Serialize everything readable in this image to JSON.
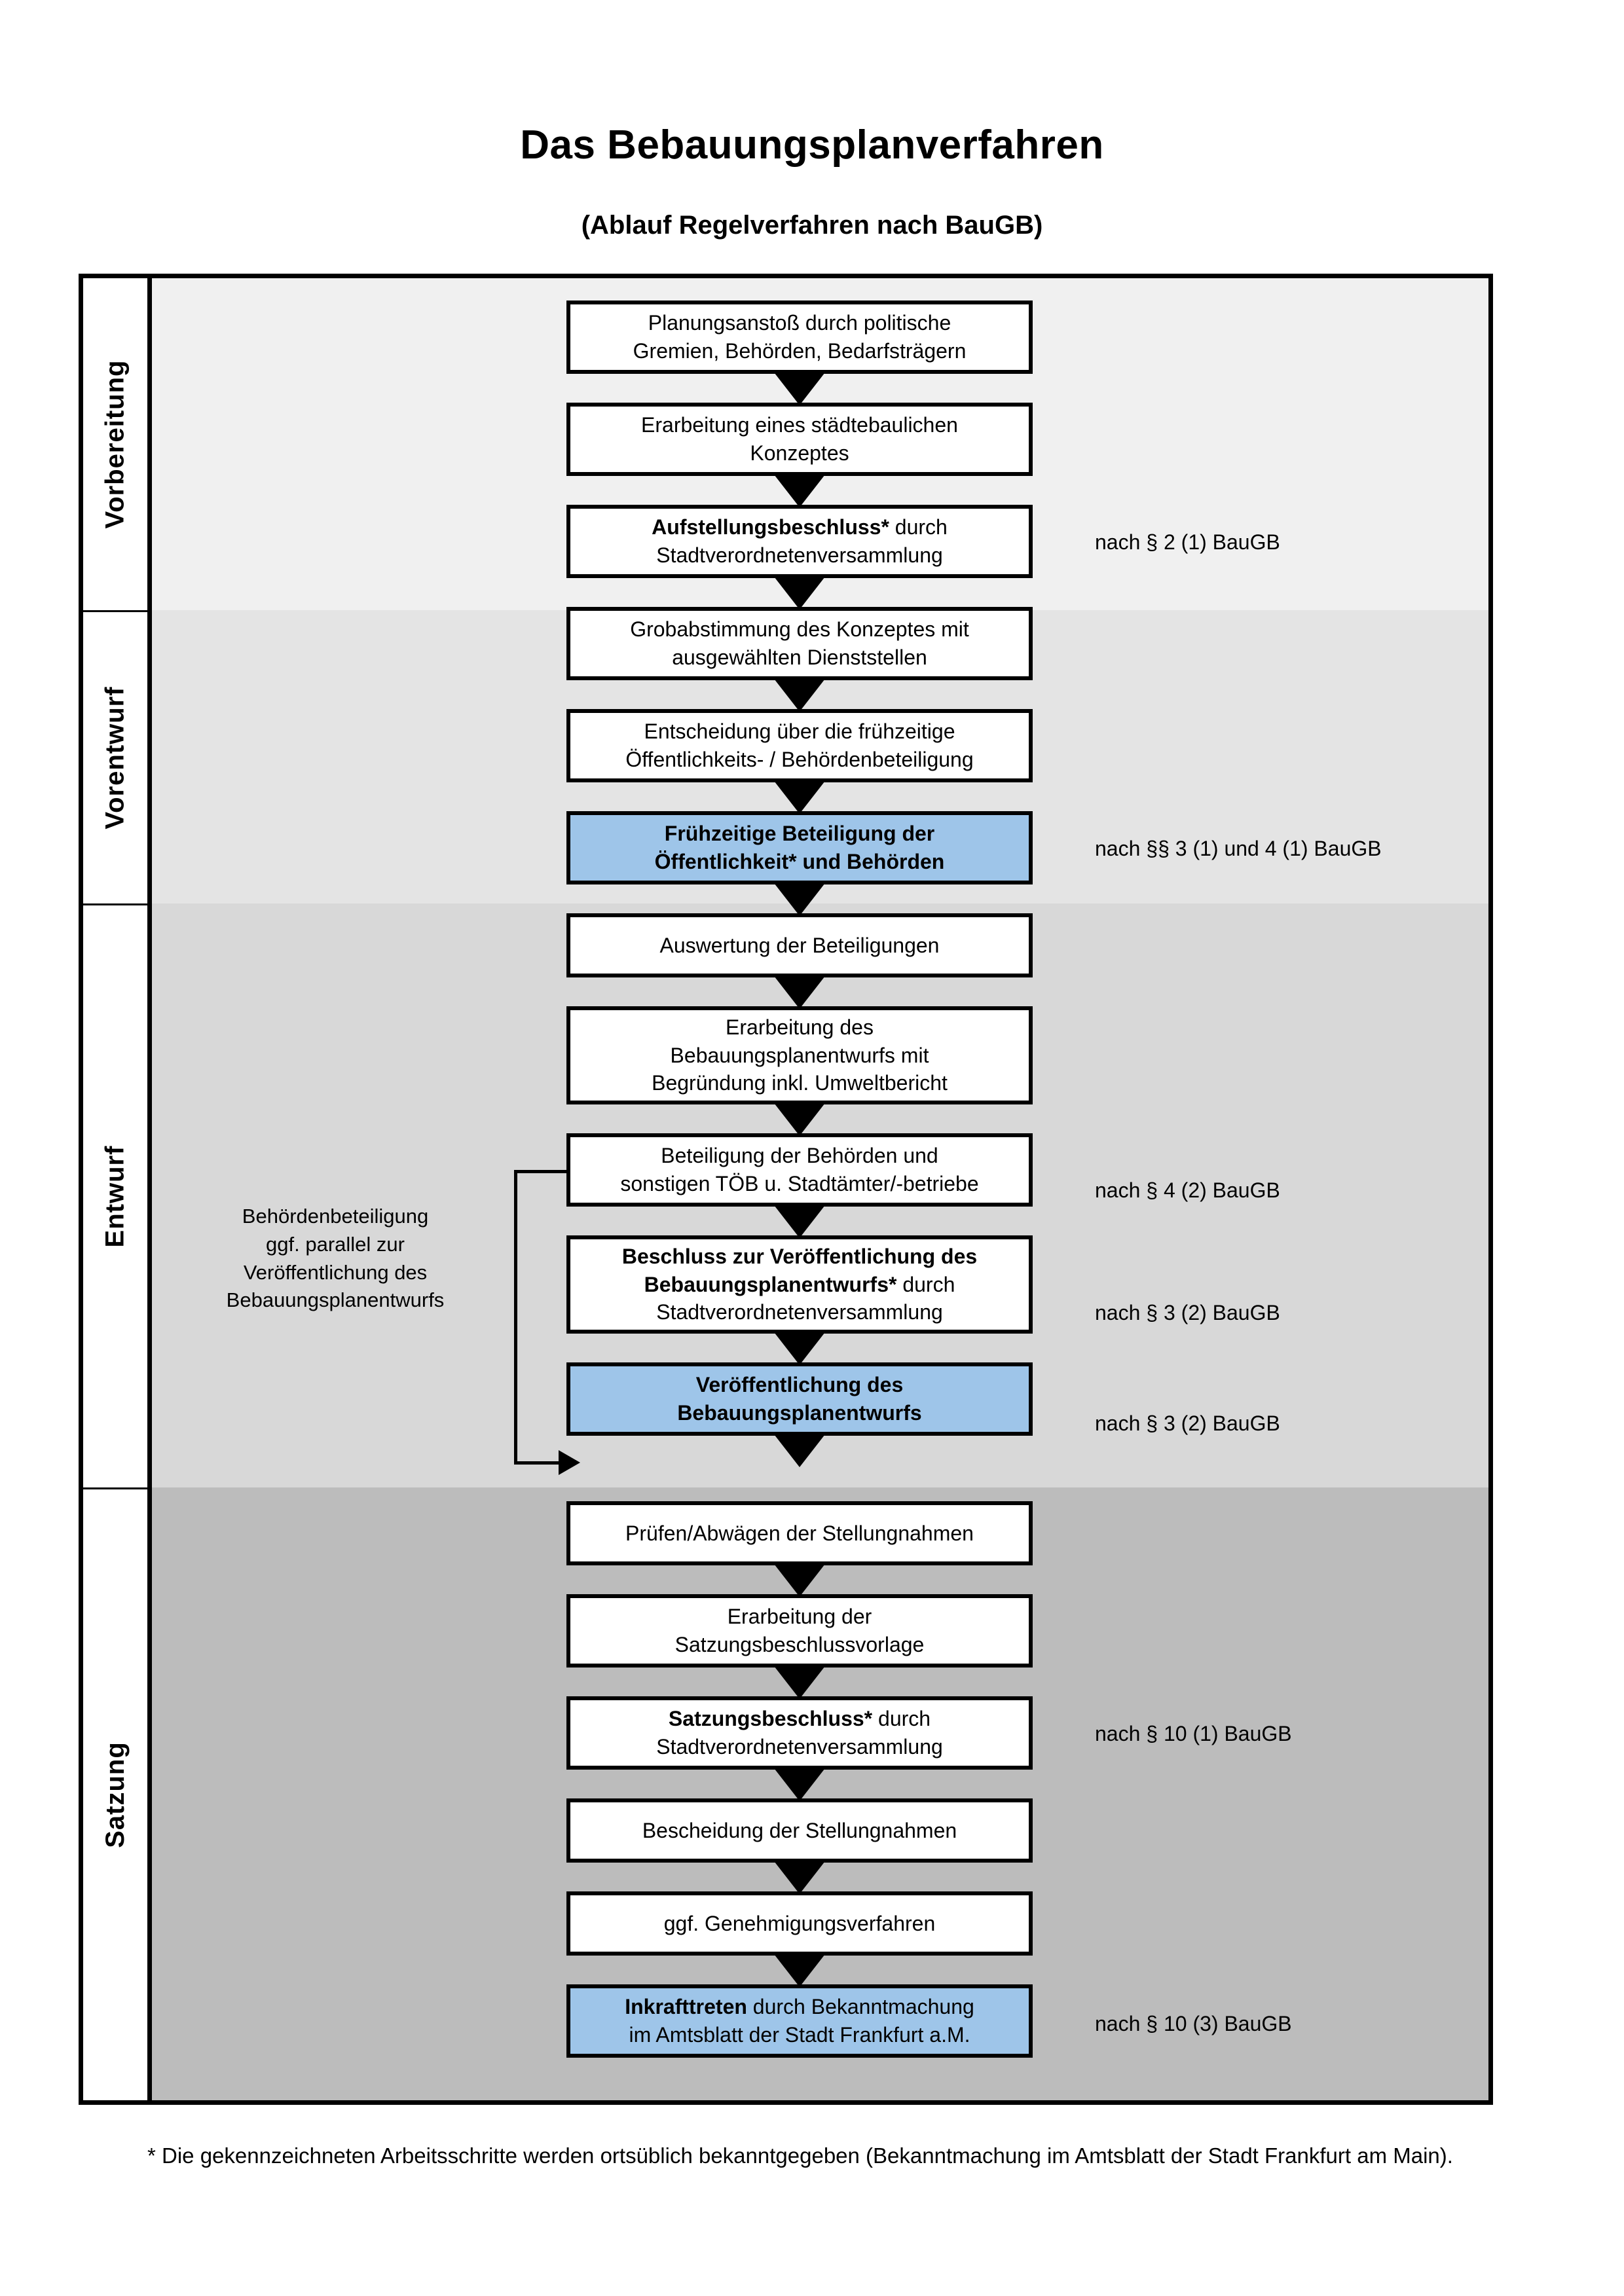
{
  "document": {
    "title": "Das Bebauungsplanverfahren",
    "subtitle": "(Ablauf Regelverfahren nach BauGB)",
    "footnote": "* Die gekennzeichneten Arbeitsschritte werden ortsüblich bekanntgegeben (Bekanntmachung im Amtsblatt  der Stadt Frankfurt am Main)."
  },
  "colors": {
    "highlight_box": "#9EC5E9",
    "band_vorbereitung": "#F0F0F0",
    "band_vorentwurf": "#E4E4E4",
    "band_entwurf": "#D8D8D8",
    "band_satzung": "#BCBCBC",
    "border": "#000000"
  },
  "phases": [
    {
      "id": "vorbereitung",
      "label": "Vorbereitung"
    },
    {
      "id": "vorentwurf",
      "label": "Vorentwurf"
    },
    {
      "id": "entwurf",
      "label": "Entwurf"
    },
    {
      "id": "satzung",
      "label": "Satzung"
    }
  ],
  "steps": [
    {
      "id": "s1",
      "phase": "vorbereitung",
      "highlighted": false,
      "lines": [
        {
          "text": "Planungsanstoß durch politische",
          "bold": false
        },
        {
          "text": "Gremien, Behörden, Bedarfsträgern",
          "bold": false
        }
      ]
    },
    {
      "id": "s2",
      "phase": "vorbereitung",
      "highlighted": false,
      "lines": [
        {
          "text": "Erarbeitung eines städtebaulichen",
          "bold": false
        },
        {
          "text": "Konzeptes",
          "bold": false
        }
      ]
    },
    {
      "id": "s3",
      "phase": "vorbereitung",
      "highlighted": false,
      "lines": [
        {
          "text": "Aufstellungsbeschluss*",
          "bold": true,
          "suffix": " durch"
        },
        {
          "text": "Stadtverordnetenversammlung",
          "bold": false
        }
      ]
    },
    {
      "id": "s4",
      "phase": "vorentwurf",
      "highlighted": false,
      "lines": [
        {
          "text": "Grobabstimmung des Konzeptes mit",
          "bold": false
        },
        {
          "text": "ausgewählten Dienststellen",
          "bold": false
        }
      ]
    },
    {
      "id": "s5",
      "phase": "vorentwurf",
      "highlighted": false,
      "lines": [
        {
          "text": "Entscheidung über die frühzeitige",
          "bold": false
        },
        {
          "text": "Öffentlichkeits- / Behördenbeteiligung",
          "bold": false
        }
      ]
    },
    {
      "id": "s6",
      "phase": "vorentwurf",
      "highlighted": true,
      "lines": [
        {
          "text": "Frühzeitige Beteiligung der",
          "bold": true
        },
        {
          "text": "Öffentlichkeit* und Behörden",
          "bold": true
        }
      ]
    },
    {
      "id": "s7",
      "phase": "entwurf",
      "highlighted": false,
      "lines": [
        {
          "text": "Auswertung der Beteiligungen",
          "bold": false
        }
      ]
    },
    {
      "id": "s8",
      "phase": "entwurf",
      "highlighted": false,
      "lines": [
        {
          "text": "Erarbeitung des",
          "bold": false
        },
        {
          "text": "Bebauungsplanentwurfs mit",
          "bold": false
        },
        {
          "text": "Begründung inkl. Umweltbericht",
          "bold": false
        }
      ]
    },
    {
      "id": "s9",
      "phase": "entwurf",
      "highlighted": false,
      "lines": [
        {
          "text": "Beteiligung der Behörden und",
          "bold": false
        },
        {
          "text": "sonstigen TÖB u. Stadtämter/-betriebe",
          "bold": false
        }
      ]
    },
    {
      "id": "s10",
      "phase": "entwurf",
      "highlighted": false,
      "lines": [
        {
          "text": "Beschluss zur Veröffentlichung des",
          "bold": true
        },
        {
          "text": "Bebauungsplanentwurfs*",
          "bold": true,
          "suffix": " durch"
        },
        {
          "text": "Stadtverordnetenversammlung",
          "bold": false
        }
      ]
    },
    {
      "id": "s11",
      "phase": "entwurf",
      "highlighted": true,
      "lines": [
        {
          "text": "Veröffentlichung des",
          "bold": true
        },
        {
          "text": "Bebauungsplanentwurfs",
          "bold": true
        }
      ]
    },
    {
      "id": "s12",
      "phase": "satzung",
      "highlighted": false,
      "lines": [
        {
          "text": "Prüfen/Abwägen der Stellungnahmen",
          "bold": false
        }
      ]
    },
    {
      "id": "s13",
      "phase": "satzung",
      "highlighted": false,
      "lines": [
        {
          "text": "Erarbeitung der",
          "bold": false
        },
        {
          "text": "Satzungsbeschlussvorlage",
          "bold": false
        }
      ]
    },
    {
      "id": "s14",
      "phase": "satzung",
      "highlighted": false,
      "lines": [
        {
          "text": "Satzungsbeschluss*",
          "bold": true,
          "suffix": " durch"
        },
        {
          "text": "Stadtverordnetenversammlung",
          "bold": false
        }
      ]
    },
    {
      "id": "s15",
      "phase": "satzung",
      "highlighted": false,
      "lines": [
        {
          "text": "Bescheidung der Stellungnahmen",
          "bold": false
        }
      ]
    },
    {
      "id": "s16",
      "phase": "satzung",
      "highlighted": false,
      "lines": [
        {
          "text": "ggf. Genehmigungsverfahren",
          "bold": false
        }
      ]
    },
    {
      "id": "s17",
      "phase": "satzung",
      "highlighted": true,
      "lines": [
        {
          "text": "Inkrafttreten",
          "bold": true,
          "suffix": " durch Bekanntmachung"
        },
        {
          "text": "im Amtsblatt der Stadt Frankfurt a.M.",
          "bold": false
        }
      ]
    }
  ],
  "annotations": [
    {
      "id": "a1",
      "text": "nach § 2 (1) BauGB",
      "for_step": "s3"
    },
    {
      "id": "a2",
      "text": "nach §§ 3 (1) und 4 (1) BauGB",
      "for_step": "s6"
    },
    {
      "id": "a3",
      "text": "nach § 4 (2) BauGB",
      "for_step": "s9"
    },
    {
      "id": "a4",
      "text": "nach § 3 (2) BauGB",
      "for_step": "s10"
    },
    {
      "id": "a5",
      "text": "nach § 3 (2) BauGB",
      "for_step": "s11"
    },
    {
      "id": "a6",
      "text": "nach § 10 (1) BauGB",
      "for_step": "s14"
    },
    {
      "id": "a7",
      "text": "nach § 10 (3) BauGB",
      "for_step": "s17"
    }
  ],
  "side_note": {
    "lines": [
      "Behördenbeteiligung",
      "ggf. parallel zur",
      "Veröffentlichung des",
      "Bebauungsplanentwurfs"
    ]
  }
}
